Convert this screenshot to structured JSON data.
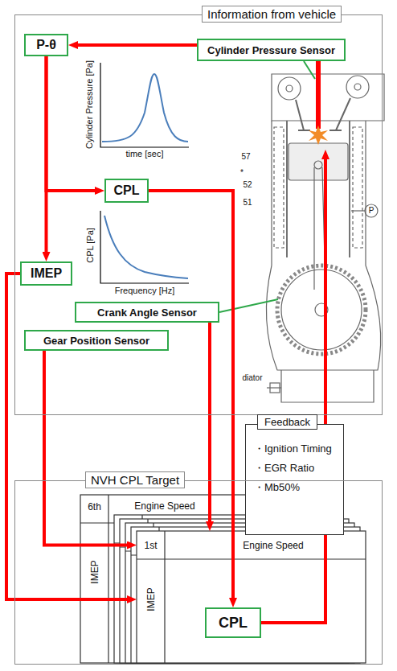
{
  "diagram": {
    "nodes": [
      {
        "text": [
          "Information from vehicle"
        ]
      },
      {
        "text": [
          "P-θ"
        ],
        "in": 0
      },
      {
        "text": [
          "Cylinder Pressure Sensor"
        ],
        "in": 0
      },
      {
        "text": [
          "CPL"
        ],
        "in": 0
      },
      {
        "text": [
          "IMEP"
        ],
        "in": 0
      },
      {
        "text": [
          "Crank Angle Sensor"
        ],
        "in": 0
      },
      {
        "text": [
          "Gear Position Sensor"
        ],
        "in": 0
      },
      {
        "text": [
          "Feedback",
          "・Ignition Timing",
          "・EGR Ratio",
          "・Mb50%"
        ]
      },
      {
        "text": [
          "NVH CPL Target"
        ]
      },
      {
        "text": [
          "6th",
          "Engine Speed",
          "IMEP"
        ],
        "in": 8
      },
      {
        "text": [
          "1st",
          "Engine Speed",
          "IMEP"
        ],
        "in": 8
      },
      {
        "text": [
          "CPL"
        ],
        "in": 10
      }
    ],
    "edges": [
      {
        "from": 2,
        "to": 1,
        "arrow": "to"
      },
      {
        "from": 1,
        "to": 3,
        "arrow": "to"
      },
      {
        "from": 1,
        "to": 4,
        "arrow": "to"
      },
      {
        "from": 3,
        "to": 11,
        "arrow": "to"
      },
      {
        "from": 4,
        "to": 10,
        "arrow": "to"
      },
      {
        "from": 6,
        "to": 10,
        "arrow": "to"
      },
      {
        "from": 5,
        "to": 10,
        "arrow": "to"
      },
      {
        "from": 11,
        "to": 7,
        "arrow": "none"
      }
    ],
    "labels": [
      "Cylinder Pressure [Pa]",
      "time [sec]",
      "CPL [Pa]",
      "Frequency [Hz]",
      "57",
      "*",
      "52",
      "51",
      "P",
      "diator"
    ]
  }
}
